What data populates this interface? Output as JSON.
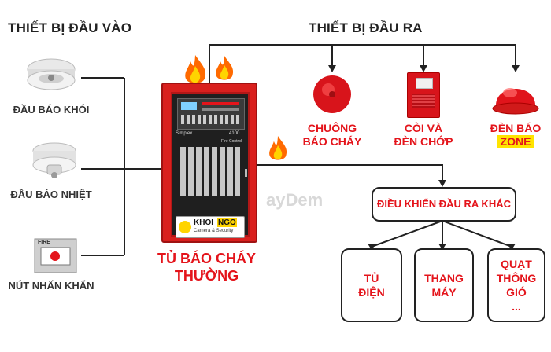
{
  "inputs": {
    "title": "THIẾT BỊ ĐẦU VÀO",
    "items": [
      {
        "label": "ĐẦU BÁO KHÓI",
        "icon": "smoke-detector-icon"
      },
      {
        "label": "ĐẦU BÁO NHIỆT",
        "icon": "heat-detector-icon"
      },
      {
        "label": "NÚT NHẤN KHẨN",
        "icon": "manual-call-point-icon"
      }
    ]
  },
  "outputs": {
    "title": "THIẾT BỊ ĐẦU RA",
    "bell": {
      "line1": "CHUÔNG",
      "line2": "BÁO CHÁY"
    },
    "strobe": {
      "line1": "CÒI VÀ",
      "line2": "ĐÈN CHỚP"
    },
    "beacon": {
      "line1": "ĐÈN BÁO",
      "line2": "ZONE"
    }
  },
  "panel": {
    "line1": "TỦ BÁO CHÁY",
    "line2": "THƯỜNG",
    "brand": "Simplex",
    "model": "4100",
    "tag": "Fire Control",
    "logo_left": "KHOI",
    "logo_right": "NGO",
    "logo_sub": "Camera & Security",
    "manual_point_text": "FIRE"
  },
  "control": {
    "label": "ĐIỀU KHIỂN ĐẦU RA KHÁC",
    "items": [
      {
        "line1": "TỦ",
        "line2": "ĐIỆN",
        "line3": ""
      },
      {
        "line1": "THANG",
        "line2": "MÁY",
        "line3": ""
      },
      {
        "line1": "QUẠT",
        "line2": "THÔNG",
        "line3": "GIÓ",
        "line4": "..."
      }
    ]
  },
  "watermark": "ayDem",
  "colors": {
    "accent": "#e4141b",
    "line": "#222222",
    "highlight": "#ffe400"
  }
}
